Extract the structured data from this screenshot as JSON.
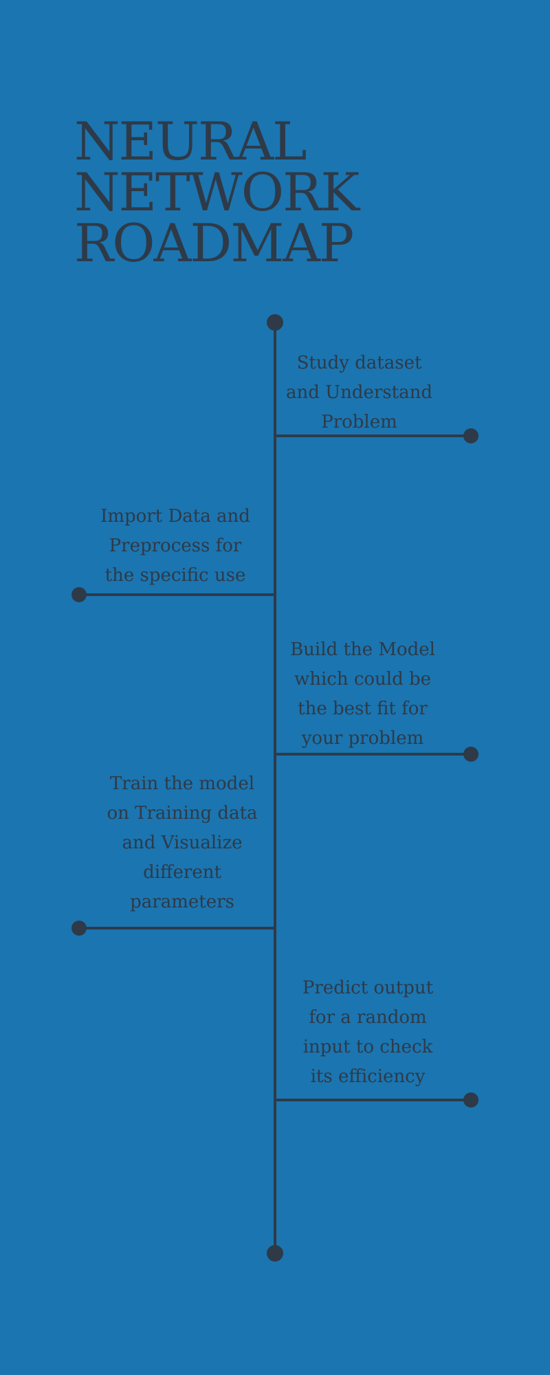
{
  "title_lines": [
    "NEURAL",
    "NETWORK",
    "ROADMAP"
  ],
  "colors": {
    "background": "#1b75b0",
    "ink": "#2e3a48"
  },
  "steps": [
    {
      "side": "right",
      "lines": [
        "Study dataset",
        "and Understand",
        "Problem"
      ]
    },
    {
      "side": "left",
      "lines": [
        "Import Data and",
        "Preprocess for",
        "the specific use"
      ]
    },
    {
      "side": "right",
      "lines": [
        "Build the Model",
        "which could be",
        "the best fit for",
        "your problem"
      ]
    },
    {
      "side": "left",
      "lines": [
        "Train the model",
        "on Training data",
        "and Visualize",
        "different",
        "parameters"
      ]
    },
    {
      "side": "right",
      "lines": [
        "Predict output",
        "for a random",
        "input to check",
        "its efficiency"
      ]
    }
  ]
}
